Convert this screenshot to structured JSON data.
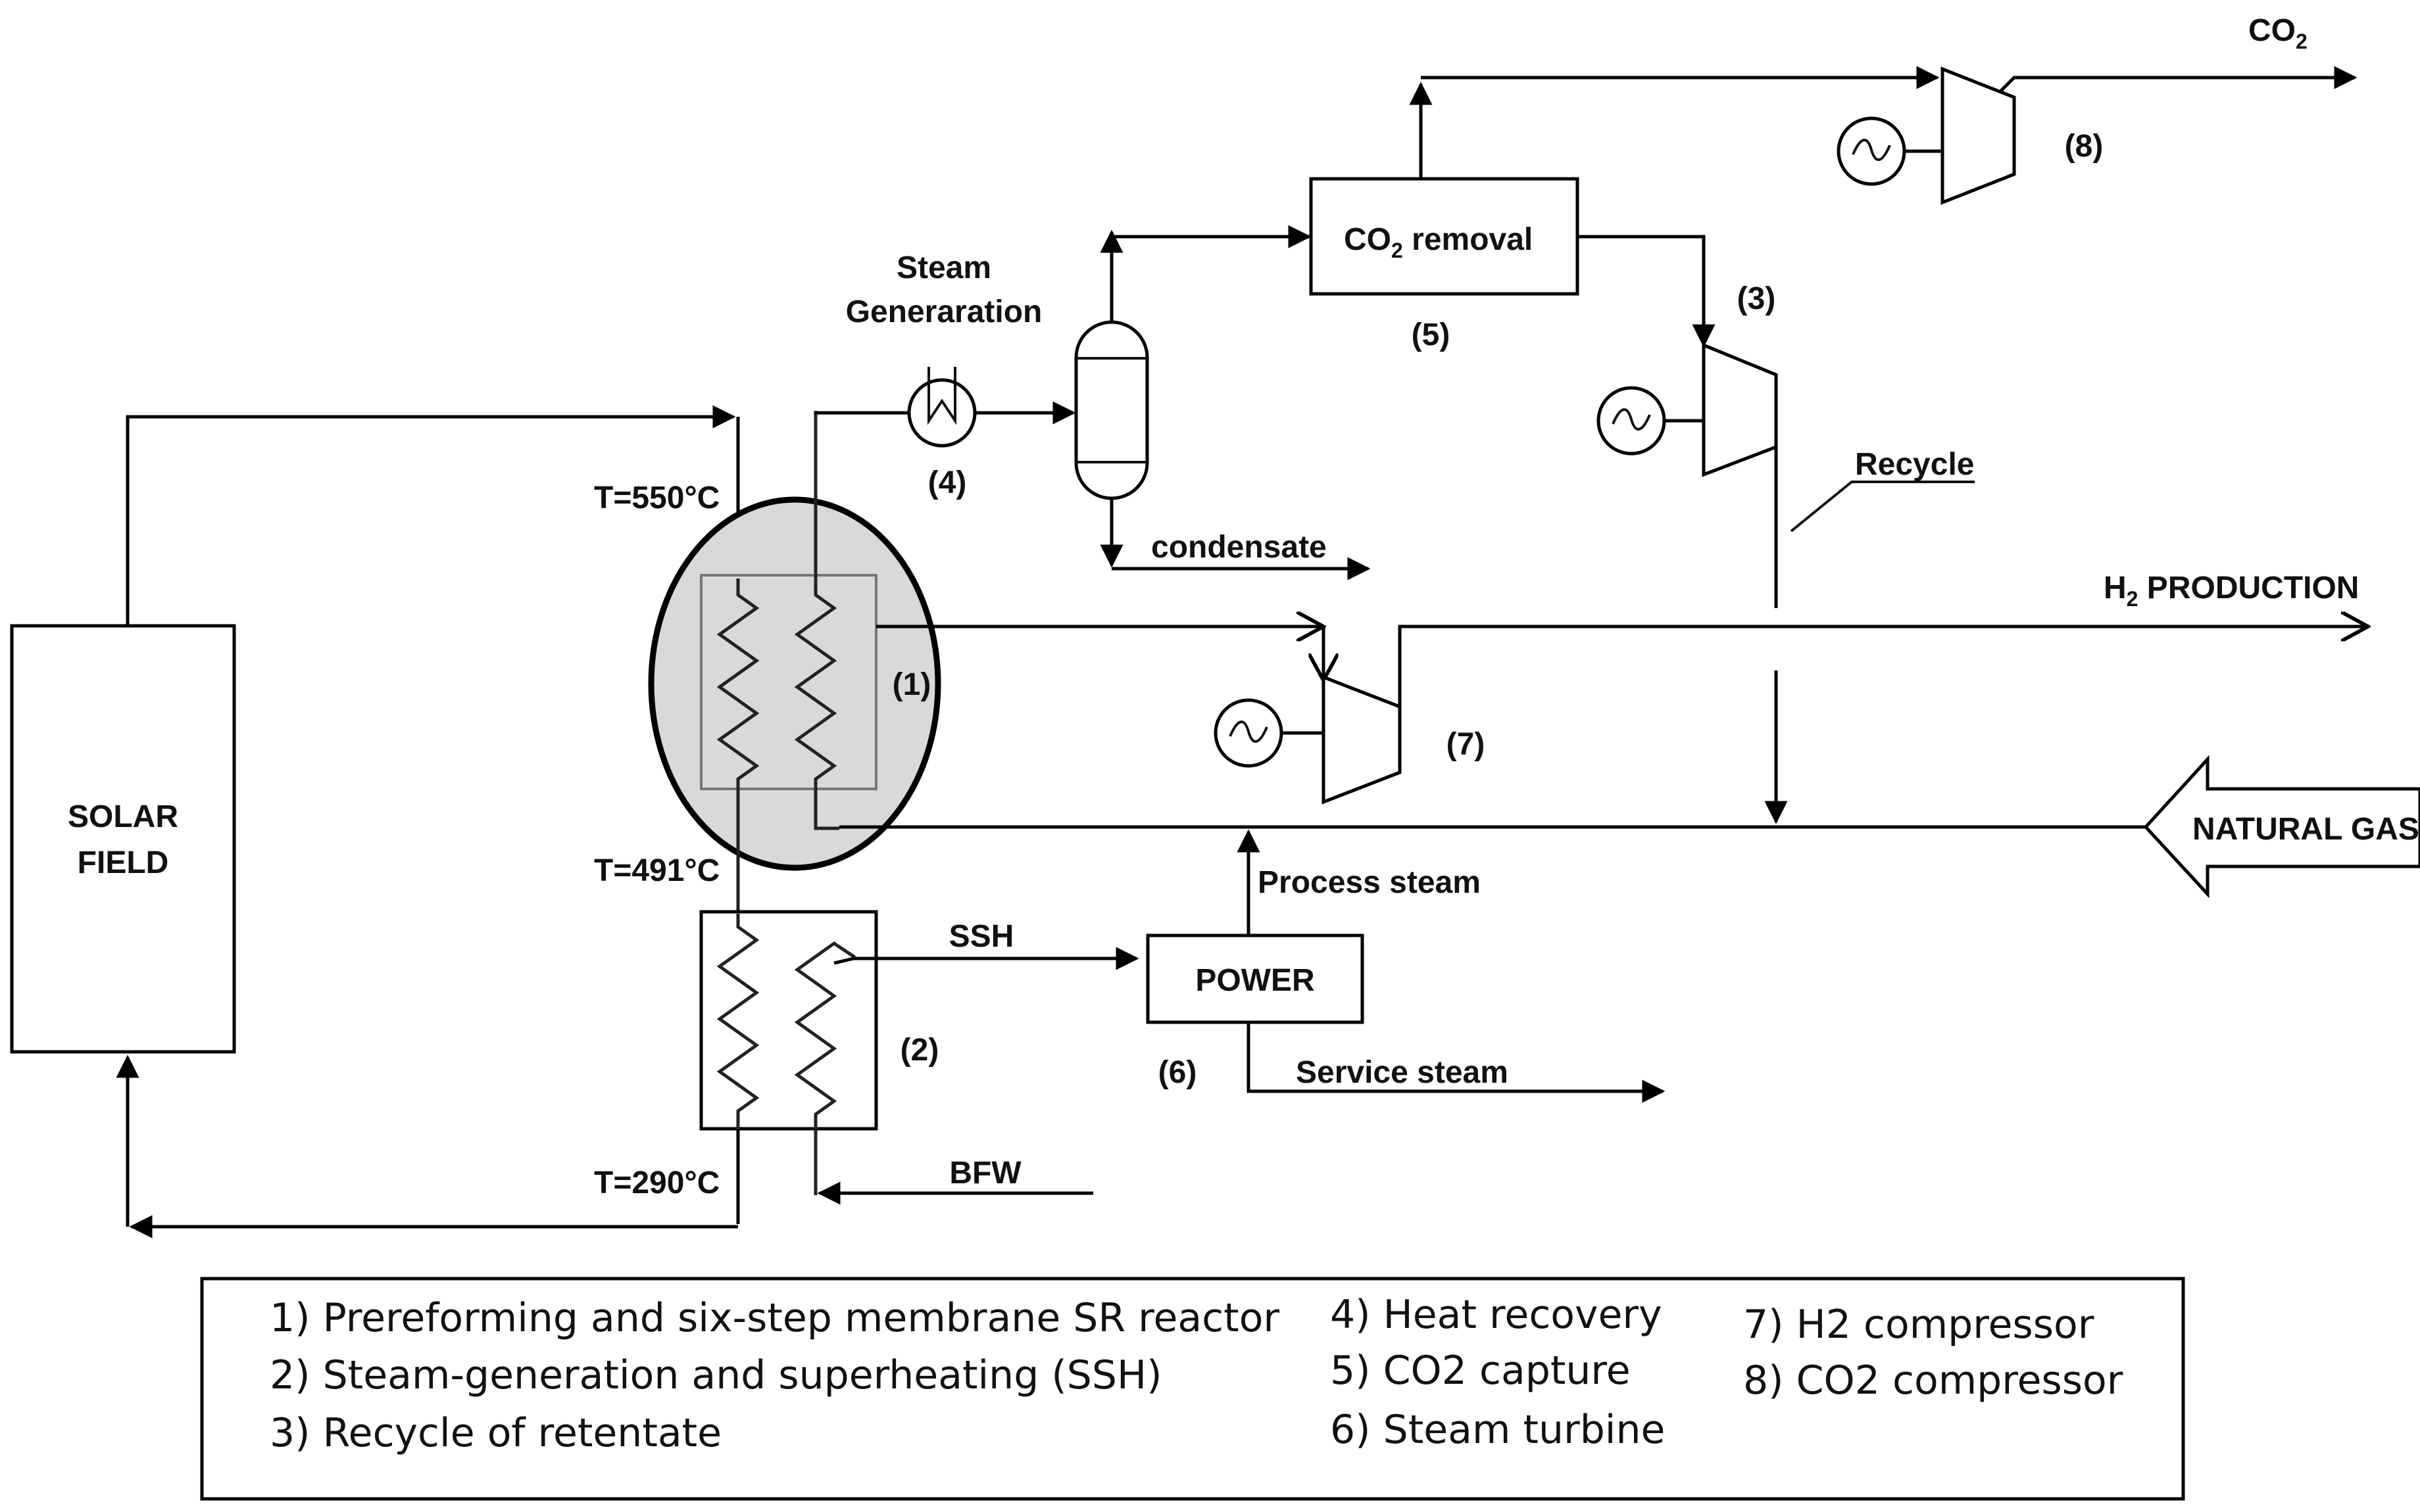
{
  "labels": {
    "solar_field_line1": "SOLAR",
    "solar_field_line2": "FIELD",
    "t550": "T=550°C",
    "t491": "T=491°C",
    "t290": "T=290°C",
    "steam_gen_line1": "Steam",
    "steam_gen_line2": "Generaration",
    "unit4": "(4)",
    "condensate": "condensate",
    "co2_removal_main": "CO",
    "co2_removal_sub": "2",
    "co2_removal_rest": " removal",
    "unit5": "(5)",
    "unit3": "(3)",
    "unit8": "(8)",
    "co2_out_main": "CO",
    "co2_out_sub": "2",
    "recycle": "Recycle",
    "h2_main": "H",
    "h2_sub": "2",
    "h2_rest": " PRODUCTION",
    "unit1": "(1)",
    "unit7": "(7)",
    "natural_gas": "NATURAL GAS",
    "process_steam": "Process steam",
    "ssh": "SSH",
    "power": "POWER",
    "unit6": "(6)",
    "service_steam": "Service steam",
    "unit2": "(2)",
    "bfw": "BFW"
  },
  "legend": {
    "col1": [
      "1) Prereforming and six-step membrane SR reactor",
      "2) Steam-generation and superheating (SSH)",
      "3) Recycle of retentate"
    ],
    "col2": [
      "4) Heat recovery",
      "5) CO2 capture",
      "6) Steam turbine"
    ],
    "col3": [
      "7) H2 compressor",
      "8) CO2 compressor"
    ]
  }
}
